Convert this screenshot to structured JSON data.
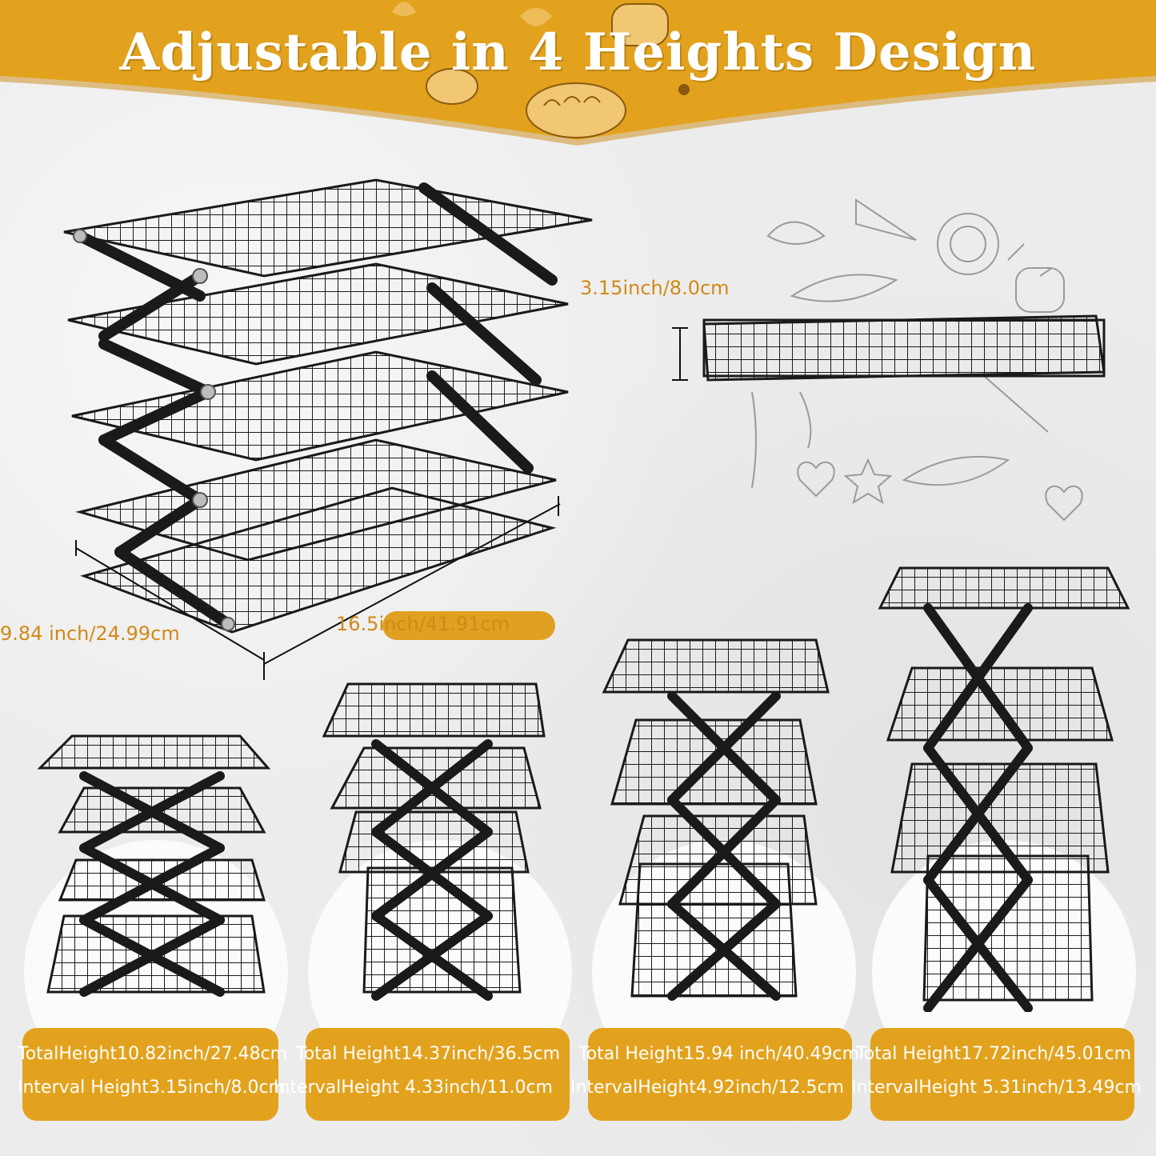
{
  "banner": {
    "title": "Adjustable in 4 Heights Design",
    "color": "#e2a21d"
  },
  "dimensions": {
    "folded_height": "3.15inch/8.0cm",
    "depth": "9.84 inch/24.99cm",
    "width": "16.5inch/41.91cm"
  },
  "heights": [
    {
      "total": "TotalHeight10.82inch/27.48cm",
      "interval": "Interval Height3.15inch/8.0cm"
    },
    {
      "total": "Total Height14.37inch/36.5cm",
      "interval": "IntervalHeight 4.33inch/11.0cm"
    },
    {
      "total": "Total Height15.94 inch/40.49cm",
      "interval": "IntervalHeight4.92inch/12.5cm"
    },
    {
      "total": "Total Height17.72inch/45.01cm",
      "interval": "IntervalHeight 5.31inch/13.49cm"
    }
  ],
  "colors": {
    "accent": "#e2a21d",
    "dimension_text": "#d08a16",
    "rack": "#1a1a1a"
  }
}
